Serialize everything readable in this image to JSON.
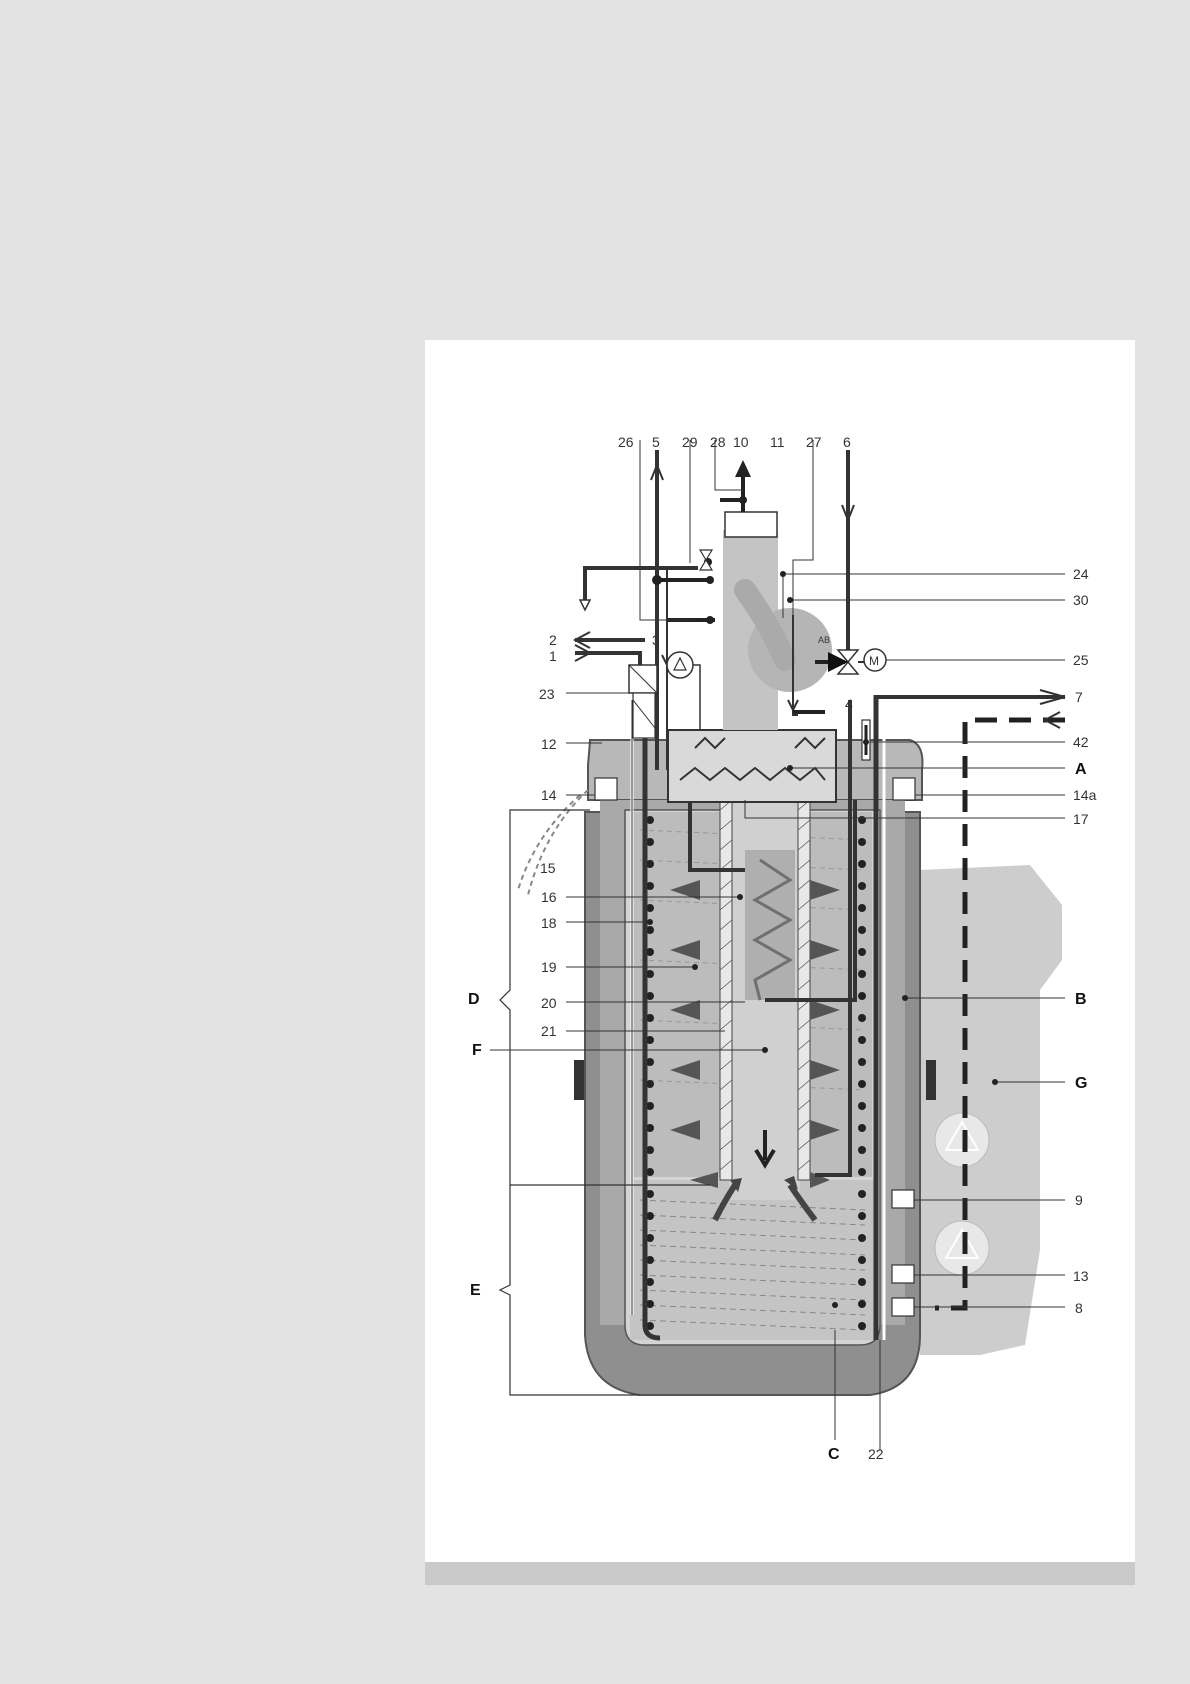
{
  "labels": {
    "n1": "1",
    "n2": "2",
    "n3": "3",
    "n4": "4",
    "n5": "5",
    "n6": "6",
    "n7": "7",
    "n8": "8",
    "n9": "9",
    "n10": "10",
    "n11": "11",
    "n12": "12",
    "n13": "13",
    "n14": "14",
    "n14a": "14a",
    "n15": "15",
    "n16": "16",
    "n17": "17",
    "n18": "18",
    "n19": "19",
    "n20": "20",
    "n21": "21",
    "n22": "22",
    "n23": "23",
    "n24": "24",
    "n25": "25",
    "n26": "26",
    "n27": "27",
    "n28": "28",
    "n29": "29",
    "n30": "30",
    "n42": "42",
    "A": "A",
    "B": "B",
    "C": "C",
    "D": "D",
    "E": "E",
    "F": "F",
    "G": "G"
  },
  "symbols": {
    "motor": "M",
    "valve_port": "AB"
  },
  "colors": {
    "page_background": "#e3e3e3",
    "panel": "#ffffff",
    "panel_footer": "#c9c9c9",
    "tank_outer": "#8f8f8f",
    "tank_inner": "#d4d4d4",
    "water": "#b9b9b9",
    "flue": "#cfcfcf",
    "pipe": "#3a3a3a",
    "surround": "#cdcdcd"
  }
}
